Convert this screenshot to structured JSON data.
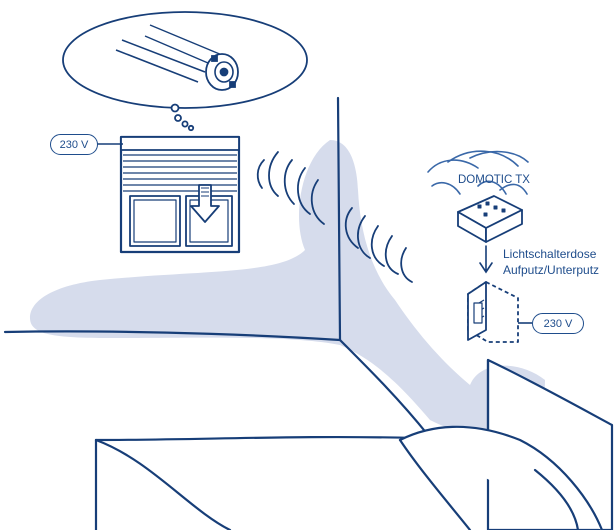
{
  "colors": {
    "ink": "#173e78",
    "ink_light": "#3a68a8",
    "shadow": "#cfd6e8",
    "background": "#ffffff"
  },
  "labels": {
    "motor_voltage": "230 V",
    "switch_voltage": "230 V",
    "transmitter_name": "DOMOTIC TX",
    "box_label_line1": "Lichtschalterdose",
    "box_label_line2": "Aufputz/Unterputz"
  },
  "icons": [
    "motor-thought-bubble",
    "roller-shutter-window",
    "radio-waves",
    "transmitter-module",
    "wall-switch-box",
    "bed"
  ]
}
